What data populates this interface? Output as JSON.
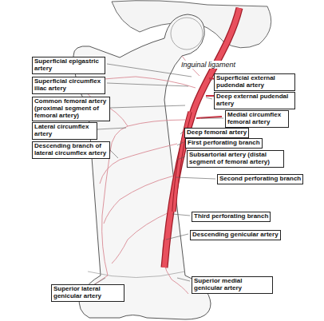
{
  "diagram": {
    "nodes": [
      {
        "text": [
          "Superficial epigastric artery"
        ]
      },
      {
        "text": [
          "Superficial external pudendal artery"
        ]
      },
      {
        "text": [
          "Superficial circumflex iliac artery"
        ]
      },
      {
        "text": [
          "Deep external pudendal artery"
        ]
      },
      {
        "text": [
          "Common femoral artery (proximal segment of femoral artery)"
        ]
      },
      {
        "text": [
          "Medial circumflex femoral artery"
        ]
      },
      {
        "text": [
          "Lateral circumflex artery"
        ]
      },
      {
        "text": [
          "Deep femoral artery"
        ]
      },
      {
        "text": [
          "First perforating branch"
        ]
      },
      {
        "text": [
          "Descending branch of lateral circumflex artery"
        ]
      },
      {
        "text": [
          "Subsartorial artery (distal segment of femoral artery)"
        ]
      },
      {
        "text": [
          "Second perforating branch"
        ]
      },
      {
        "text": [
          "Third perforating branch"
        ]
      },
      {
        "text": [
          "Descending genicular artery"
        ]
      },
      {
        "text": [
          "Superior medial genicular artery"
        ]
      },
      {
        "text": [
          "Superior lateral genicular artery"
        ]
      }
    ],
    "labels": [
      "Inguinal ligament"
    ]
  }
}
